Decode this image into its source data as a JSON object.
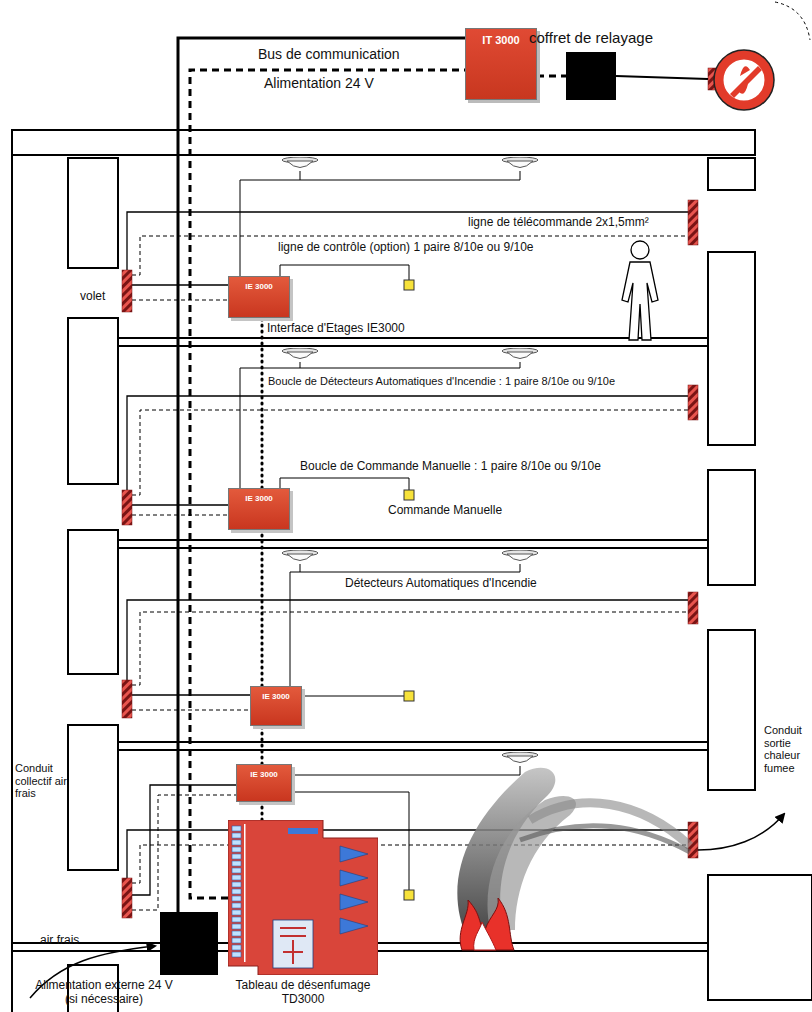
{
  "diagram": {
    "nodes": [
      {
        "text": [
          "IT 3000"
        ]
      },
      {
        "text": [
          "coffret de relayage"
        ]
      },
      {
        "text": [
          "IE 3000",
          "Interface d'Etages IE3000"
        ]
      },
      {
        "text": [
          "IE 3000"
        ]
      },
      {
        "text": [
          "IE 3000"
        ]
      },
      {
        "text": [
          "IE 3000"
        ]
      },
      {
        "text": [
          "Alimentation externe 24 V (si nécessaire)"
        ]
      },
      {
        "text": [
          "Tableau de désenfumage TD3000"
        ]
      }
    ],
    "edges": [
      {
        "from": 7,
        "to": 0,
        "arrow": "none",
        "label": "Bus de communication"
      },
      {
        "from": 6,
        "to": 0,
        "arrow": "none",
        "label": "Alimentation 24 V"
      },
      {
        "from": 0,
        "to": 1,
        "arrow": "none"
      },
      {
        "from": 7,
        "to": 5,
        "arrow": "none"
      },
      {
        "from": 5,
        "to": 4,
        "arrow": "none"
      },
      {
        "from": 4,
        "to": 3,
        "arrow": "none"
      },
      {
        "from": 3,
        "to": 2,
        "arrow": "none"
      }
    ],
    "labels": [
      "ligne de télécommande 2x1,5mm²",
      "ligne de contrôle (option) 1 paire 8/10e ou 9/10e",
      "volet",
      "Boucle de Détecteurs Automatiques d'Incendie : 1 paire 8/10e ou 9/10e",
      "Boucle de Commande Manuelle : 1 paire 8/10e ou 9/10e",
      "Commande Manuelle",
      "Détecteurs Automatiques d'Incendie",
      "Conduit collectif air frais",
      "Conduit sortie chaleur fumee",
      "air frais"
    ]
  }
}
